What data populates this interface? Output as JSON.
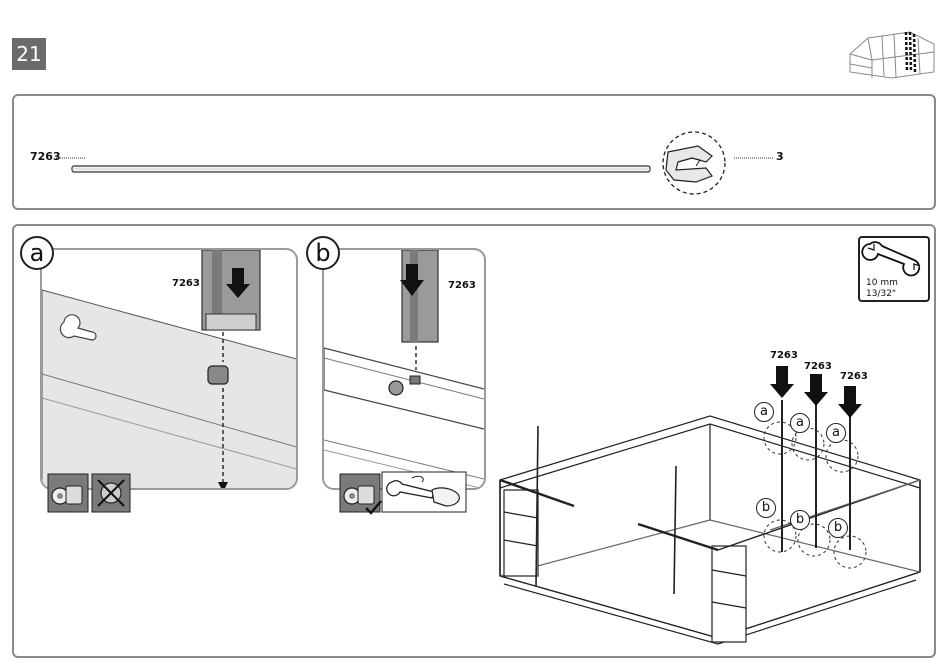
{
  "step": {
    "number": "21"
  },
  "parts": {
    "part_code": "7263",
    "quantity": "3"
  },
  "detail_a": {
    "letter": "a",
    "part_code": "7263"
  },
  "detail_b": {
    "letter": "b",
    "part_code": "7263"
  },
  "tool": {
    "size_metric": "10 mm",
    "size_imperial": "13/32\""
  },
  "assembly": {
    "part_labels": [
      "7263",
      "7263",
      "7263"
    ],
    "callouts_a": [
      "a",
      "a",
      "a"
    ],
    "callouts_b": [
      "b",
      "b",
      "b"
    ]
  }
}
